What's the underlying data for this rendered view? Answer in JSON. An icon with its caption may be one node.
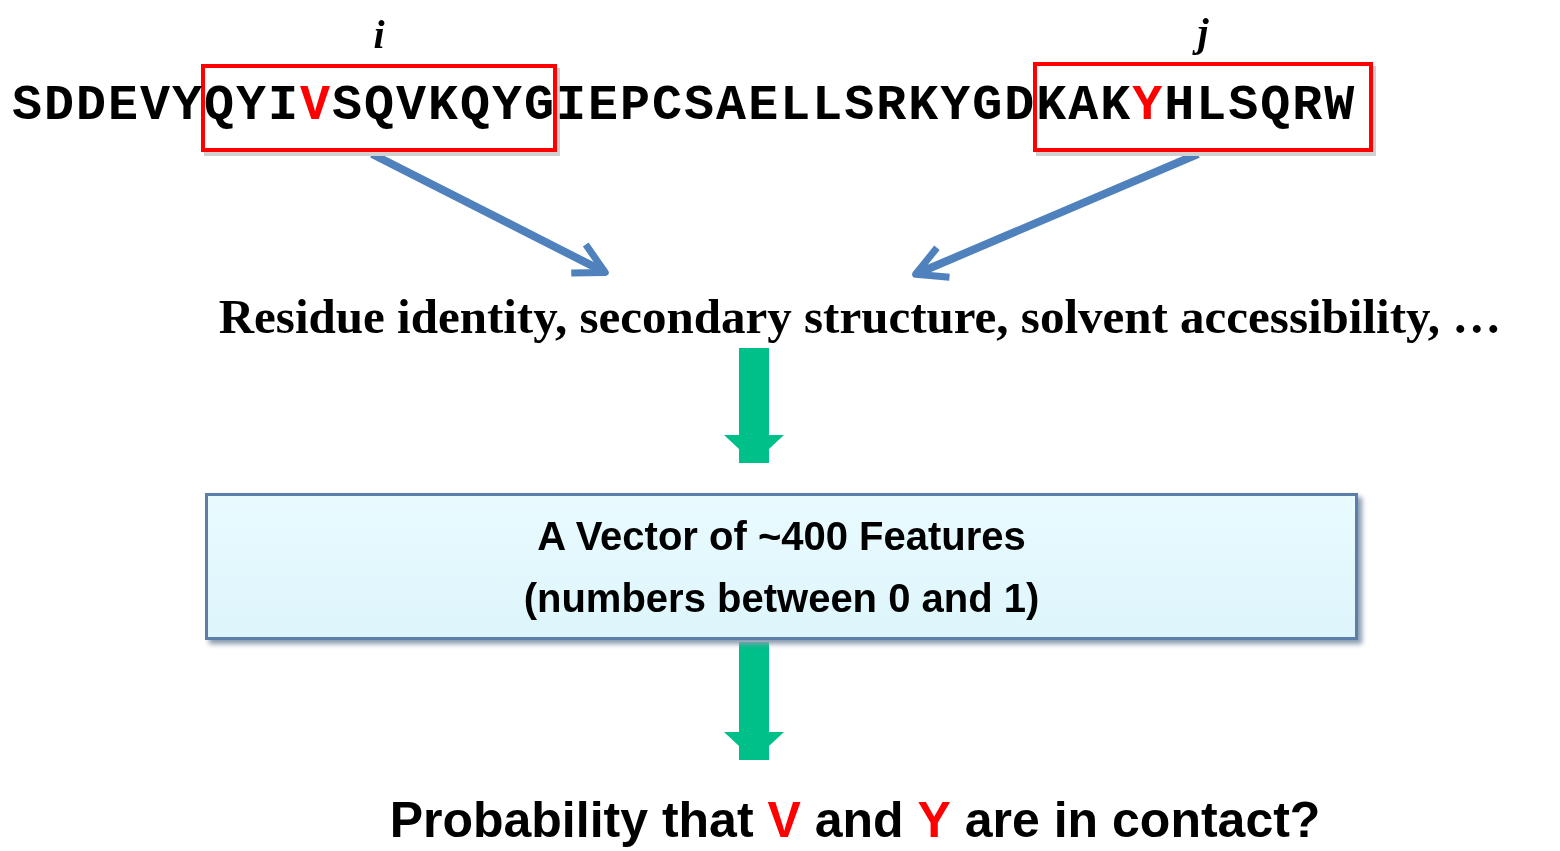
{
  "diagram": {
    "nodes": [
      {
        "text": [],
        "shape": "box",
        "beside": [
          "i"
        ]
      },
      {
        "text": [],
        "shape": "box",
        "beside": [
          "j"
        ]
      },
      {
        "text": [
          "Residue identity, secondary structure, solvent accessibility, …"
        ]
      },
      {
        "text": [
          "A Vector of ~400 Features (numbers between 0 and 1)"
        ]
      },
      {
        "text": [
          "Probability that **V** and **Y** are in contact?"
        ]
      }
    ],
    "edges": [
      {
        "from": 0,
        "to": 2,
        "arrow": "to",
        "color": "#4f81bd"
      },
      {
        "from": 1,
        "to": 2,
        "arrow": "to",
        "color": "#4f81bd"
      },
      {
        "from": 2,
        "to": 3,
        "arrow": "to",
        "style": "thick",
        "color": "#00c08a"
      },
      {
        "from": 3,
        "to": 4,
        "arrow": "to",
        "style": "thick",
        "color": "#00c08a"
      }
    ],
    "labels": [
      "SDDEVYQYI**V**SQVKQYGIEPCSAELLSRKYGDKAK**Y**HLSQRW"
    ]
  }
}
